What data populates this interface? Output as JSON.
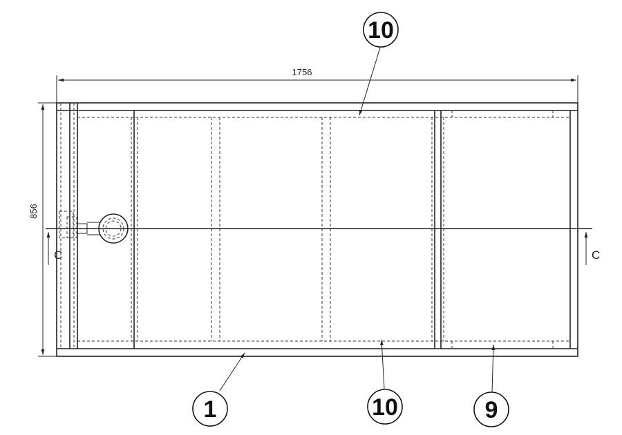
{
  "dimensions": {
    "width": "1756",
    "height": "856"
  },
  "section": {
    "left": "C",
    "right": "C"
  },
  "callouts": {
    "top": "10",
    "bottom_left": "1",
    "bottom_middle": "10",
    "bottom_right": "9"
  }
}
